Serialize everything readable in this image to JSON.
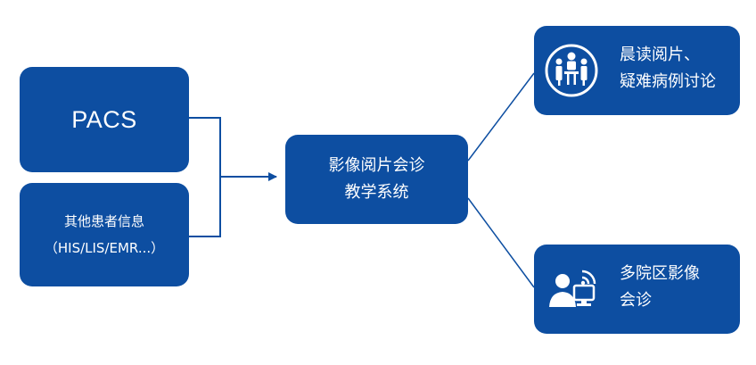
{
  "diagram": {
    "accent": "#0d4ea1",
    "background": "#ffffff",
    "nodes": {
      "pacs": {
        "label": "PACS"
      },
      "patient_info": {
        "line1": "其他患者信息",
        "line2": "（HIS/LIS/EMR...）"
      },
      "center": {
        "line1": "影像阅片会诊",
        "line2": "教学系统"
      },
      "reading": {
        "line1": "晨读阅片、",
        "line2": "疑难病例讨论",
        "icon": "meeting-icon"
      },
      "remote": {
        "line1": "多院区影像",
        "line2": "会诊",
        "icon": "remote-consult-icon"
      }
    }
  }
}
